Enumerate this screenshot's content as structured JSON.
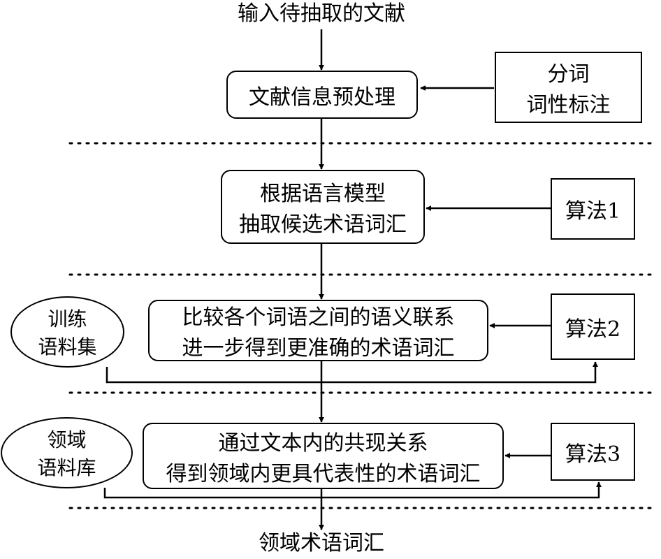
{
  "input_label": "输入待抽取的文献",
  "output_label": "领域术语词汇",
  "steps": [
    {
      "lines": [
        "文献信息预处理"
      ]
    },
    {
      "lines": [
        "根据语言模型",
        "抽取候选术语词汇"
      ]
    },
    {
      "lines": [
        "比较各个词语之间的语义联系",
        "进一步得到更准确的术语词汇"
      ]
    },
    {
      "lines": [
        "通过文本内的共现关系",
        "得到领域内更具代表性的术语词汇"
      ]
    }
  ],
  "side_boxes": [
    {
      "lines": [
        "分词",
        "词性标注"
      ]
    },
    {
      "lines": [
        "算法1"
      ]
    },
    {
      "lines": [
        "算法2"
      ]
    },
    {
      "lines": [
        "算法3"
      ]
    }
  ],
  "resources": [
    {
      "lines": [
        "训练",
        "语料集"
      ]
    },
    {
      "lines": [
        "领域",
        "语料库"
      ]
    }
  ]
}
